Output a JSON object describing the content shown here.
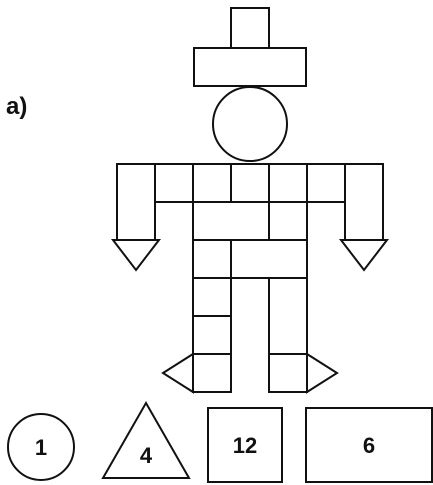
{
  "part_label": "a)",
  "legend": [
    {
      "shape": "circle",
      "count": "1"
    },
    {
      "shape": "triangle",
      "count": "4"
    },
    {
      "shape": "square",
      "count": "12"
    },
    {
      "shape": "rectangle",
      "count": "6"
    }
  ],
  "colors": {
    "stroke": "#111111",
    "fill": "#ffffff"
  }
}
